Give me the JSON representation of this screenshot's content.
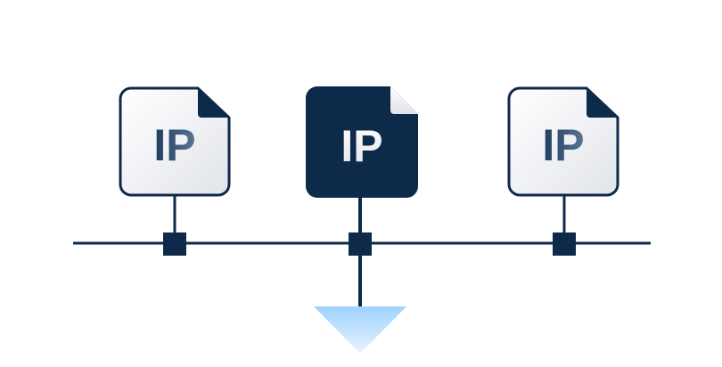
{
  "nodes": [
    {
      "label": "IP",
      "style": "light"
    },
    {
      "label": "IP",
      "style": "dark"
    },
    {
      "label": "IP",
      "style": "light"
    }
  ],
  "colors": {
    "navy": "#0e2a4a",
    "light_fill_start": "#ffffff",
    "light_fill_end": "#e3e6ec",
    "arrow_top": "#9fd1ff",
    "arrow_bottom": "#e6f3ff"
  }
}
